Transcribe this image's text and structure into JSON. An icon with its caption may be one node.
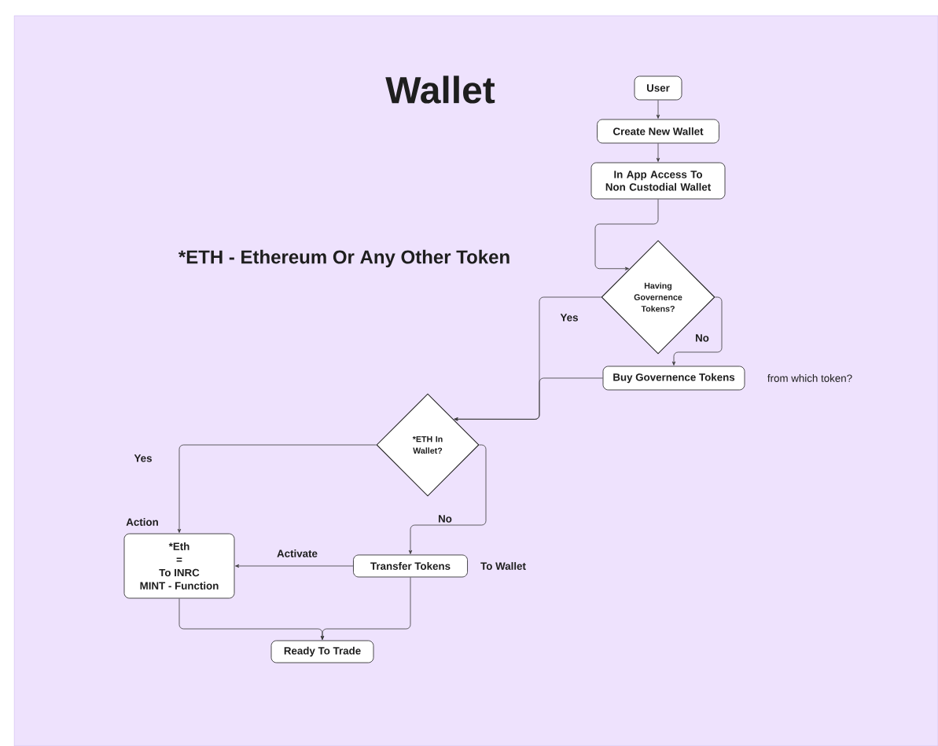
{
  "diagram": {
    "title": "Wallet",
    "nodes": [
      {
        "text": [
          "User"
        ]
      },
      {
        "text": [
          "Create New Wallet"
        ]
      },
      {
        "text": [
          "In App Access To Non Custodial Wallet"
        ]
      },
      {
        "text": [
          "Having Governence Tokens?"
        ]
      },
      {
        "text": [
          "Buy Governence Tokens"
        ],
        "beside": [
          "from which token?"
        ]
      },
      {
        "text": [
          "*ETH In Wallet?"
        ]
      },
      {
        "text": [
          "*Eth",
          "=",
          "To INRC",
          "MINT - Function"
        ],
        "beside": [
          "Action"
        ]
      },
      {
        "text": [
          "Transfer Tokens"
        ],
        "beside": [
          "To Wallet"
        ]
      },
      {
        "text": [
          "Ready To Trade"
        ]
      }
    ],
    "edges": [
      {
        "from": 0,
        "to": 1,
        "arrow": "to"
      },
      {
        "from": 1,
        "to": 2,
        "arrow": "to"
      },
      {
        "from": 2,
        "to": 3,
        "arrow": "to"
      },
      {
        "from": 3,
        "to": 5,
        "arrow": "to",
        "label": "Yes"
      },
      {
        "from": 3,
        "to": 4,
        "arrow": "to",
        "label": "No"
      },
      {
        "from": 4,
        "to": 5,
        "arrow": "to"
      },
      {
        "from": 5,
        "to": 6,
        "arrow": "to",
        "label": "Yes"
      },
      {
        "from": 5,
        "to": 7,
        "arrow": "to",
        "label": "No"
      },
      {
        "from": 7,
        "to": 6,
        "arrow": "to",
        "label": "Activate"
      },
      {
        "from": 6,
        "to": 8,
        "arrow": "to"
      },
      {
        "from": 7,
        "to": 8,
        "arrow": "to"
      }
    ],
    "labels": [
      "*ETH - Ethereum Or Any Other Token"
    ]
  }
}
